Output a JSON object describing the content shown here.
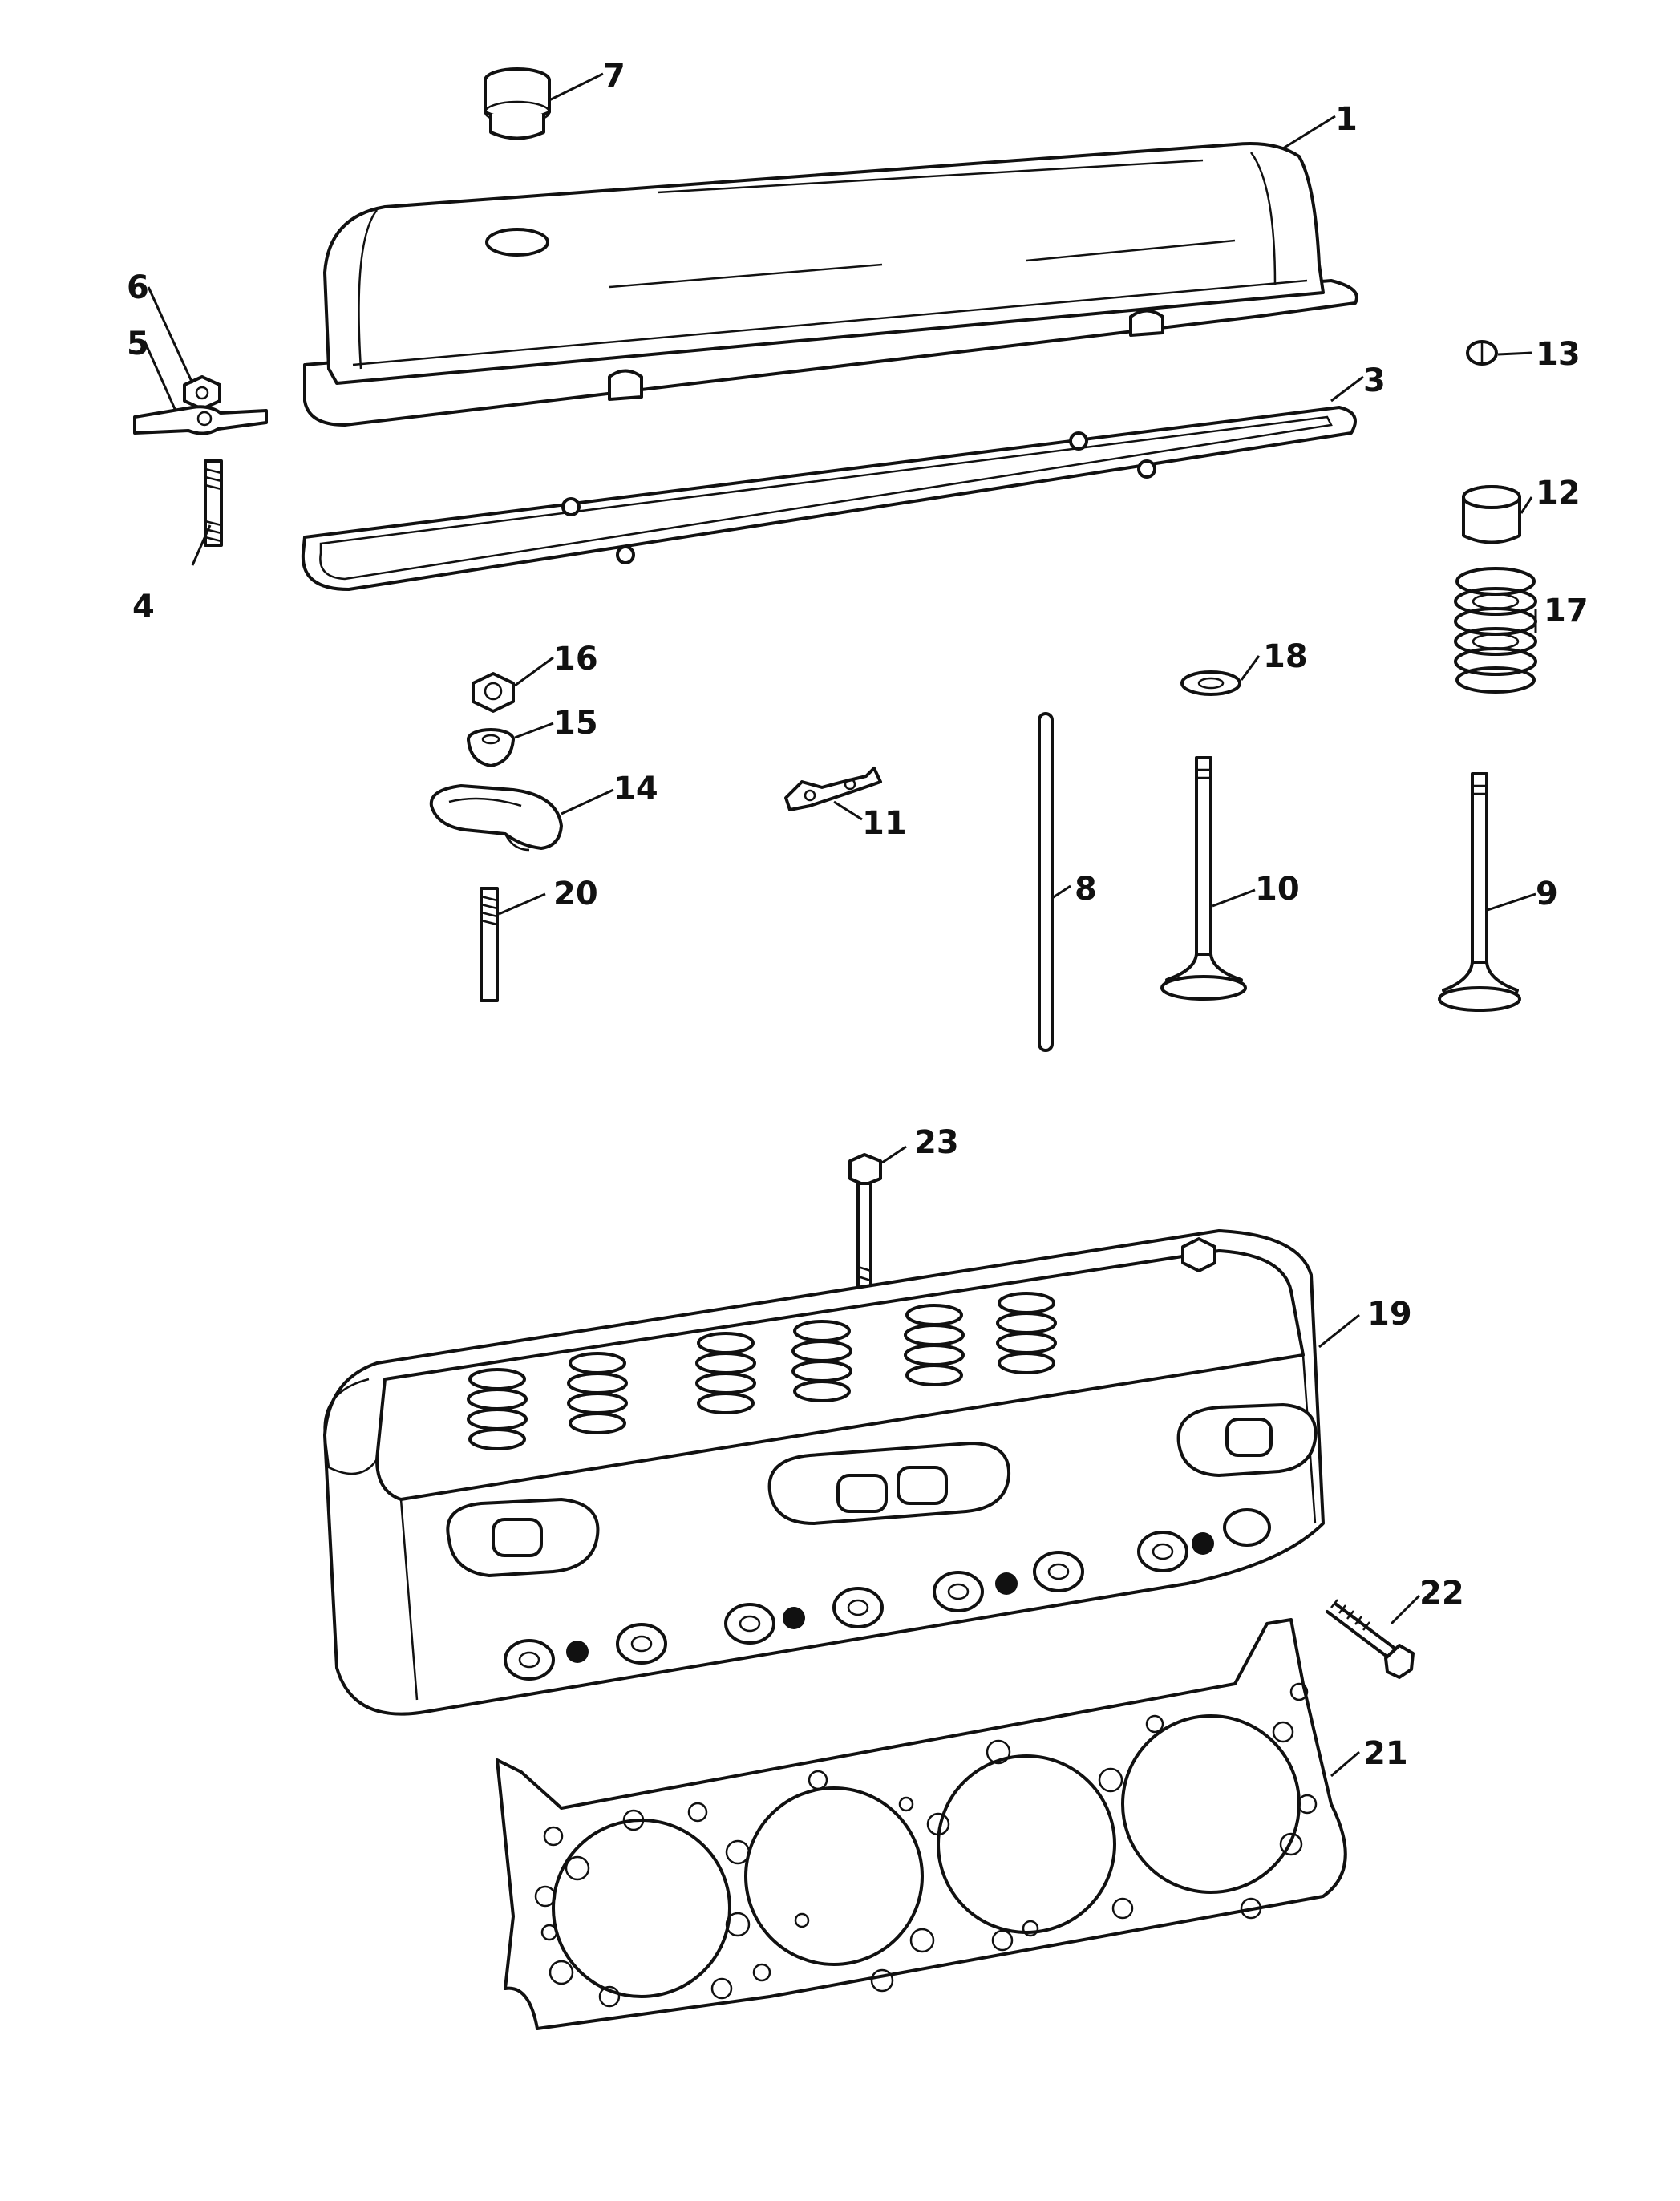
{
  "diagram": {
    "type": "exploded-parts-diagram",
    "callouts": [
      {
        "number": "1",
        "part": "valve-cover"
      },
      {
        "number": "3",
        "part": "valve-cover-gasket"
      },
      {
        "number": "4",
        "part": "stud"
      },
      {
        "number": "5",
        "part": "bracket"
      },
      {
        "number": "6",
        "part": "nut"
      },
      {
        "number": "7",
        "part": "oil-fill-plug"
      },
      {
        "number": "8",
        "part": "push-rod"
      },
      {
        "number": "9",
        "part": "valve"
      },
      {
        "number": "10",
        "part": "valve"
      },
      {
        "number": "11",
        "part": "push-rod-guide"
      },
      {
        "number": "12",
        "part": "valve-spring-cap"
      },
      {
        "number": "13",
        "part": "valve-keepers"
      },
      {
        "number": "14",
        "part": "rocker-arm"
      },
      {
        "number": "15",
        "part": "rocker-ball"
      },
      {
        "number": "16",
        "part": "rocker-nut"
      },
      {
        "number": "17",
        "part": "valve-spring"
      },
      {
        "number": "18",
        "part": "valve-seal"
      },
      {
        "number": "19",
        "part": "cylinder-head"
      },
      {
        "number": "20",
        "part": "rocker-stud"
      },
      {
        "number": "21",
        "part": "head-gasket"
      },
      {
        "number": "22",
        "part": "head-bolt-short"
      },
      {
        "number": "23",
        "part": "head-bolt-long"
      }
    ]
  }
}
